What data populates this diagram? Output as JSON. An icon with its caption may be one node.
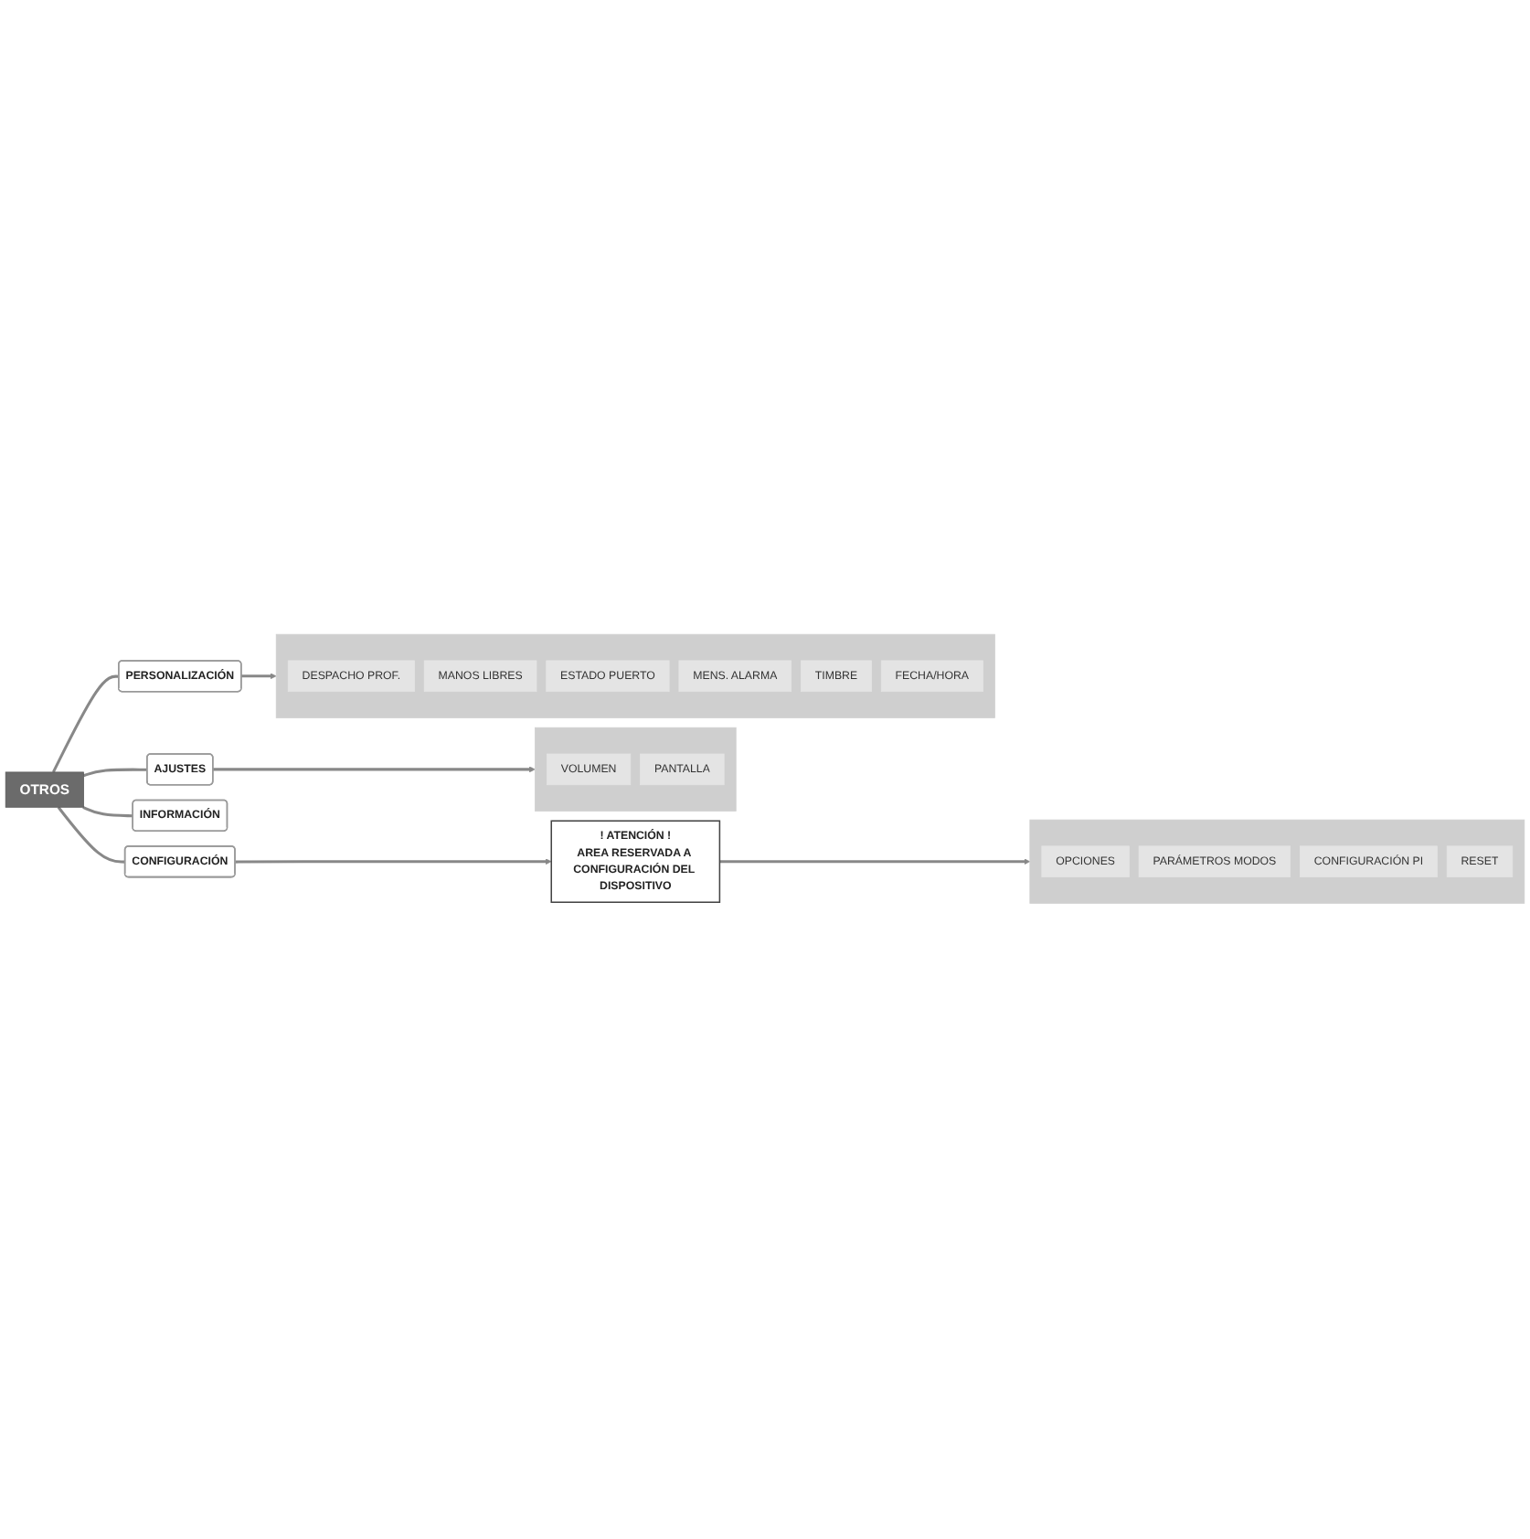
{
  "diagram": {
    "nodes": [
      {
        "text": [
          "OTROS"
        ]
      },
      {
        "text": [
          "AJUSTES"
        ]
      },
      {
        "text": [],
        "shape": "box"
      },
      {
        "text": [
          "VOLUMEN"
        ],
        "in": 2
      },
      {
        "text": [
          "PANTALLA"
        ],
        "in": 2
      },
      {
        "text": [
          "PERSONALIZACIÓN"
        ]
      },
      {
        "text": [],
        "shape": "box"
      },
      {
        "text": [
          "DESPACHO PROF."
        ],
        "in": 6
      },
      {
        "text": [
          "MANOS LIBRES"
        ],
        "in": 6
      },
      {
        "text": [
          "ESTADO PUERTO"
        ],
        "in": 6
      },
      {
        "text": [
          "MENS. ALARMA"
        ],
        "in": 6
      },
      {
        "text": [
          "TIMBRE"
        ],
        "in": 6
      },
      {
        "text": [
          "FECHA/HORA"
        ],
        "in": 6
      },
      {
        "text": [
          "INFORMACIÓN"
        ]
      },
      {
        "text": [
          "CONFIGURACIÓN"
        ]
      },
      {
        "text": [
          "! ATENCIÓN !",
          "AREA RESERVADA A CONFIGURACIÓN DEL DISPOSITIVO"
        ]
      },
      {
        "text": [],
        "shape": "box"
      },
      {
        "text": [
          "OPCIONES"
        ],
        "in": 16
      },
      {
        "text": [
          "PARÁMETROS MODOS"
        ],
        "in": 16
      },
      {
        "text": [
          "CONFIGURACIÓN PI"
        ],
        "in": 16
      },
      {
        "text": [
          "RESET"
        ],
        "in": 16
      }
    ],
    "edges": [
      {
        "from": 0,
        "to": 1,
        "arrow": "none"
      },
      {
        "from": 0,
        "to": 5,
        "arrow": "none"
      },
      {
        "from": 0,
        "to": 13,
        "arrow": "none"
      },
      {
        "from": 0,
        "to": 14,
        "arrow": "none"
      },
      {
        "from": 1,
        "to": 2,
        "arrow": "to"
      },
      {
        "from": 5,
        "to": 6,
        "arrow": "to"
      },
      {
        "from": 14,
        "to": 15,
        "arrow": "to"
      },
      {
        "from": 15,
        "to": 16,
        "arrow": "to"
      }
    ]
  }
}
